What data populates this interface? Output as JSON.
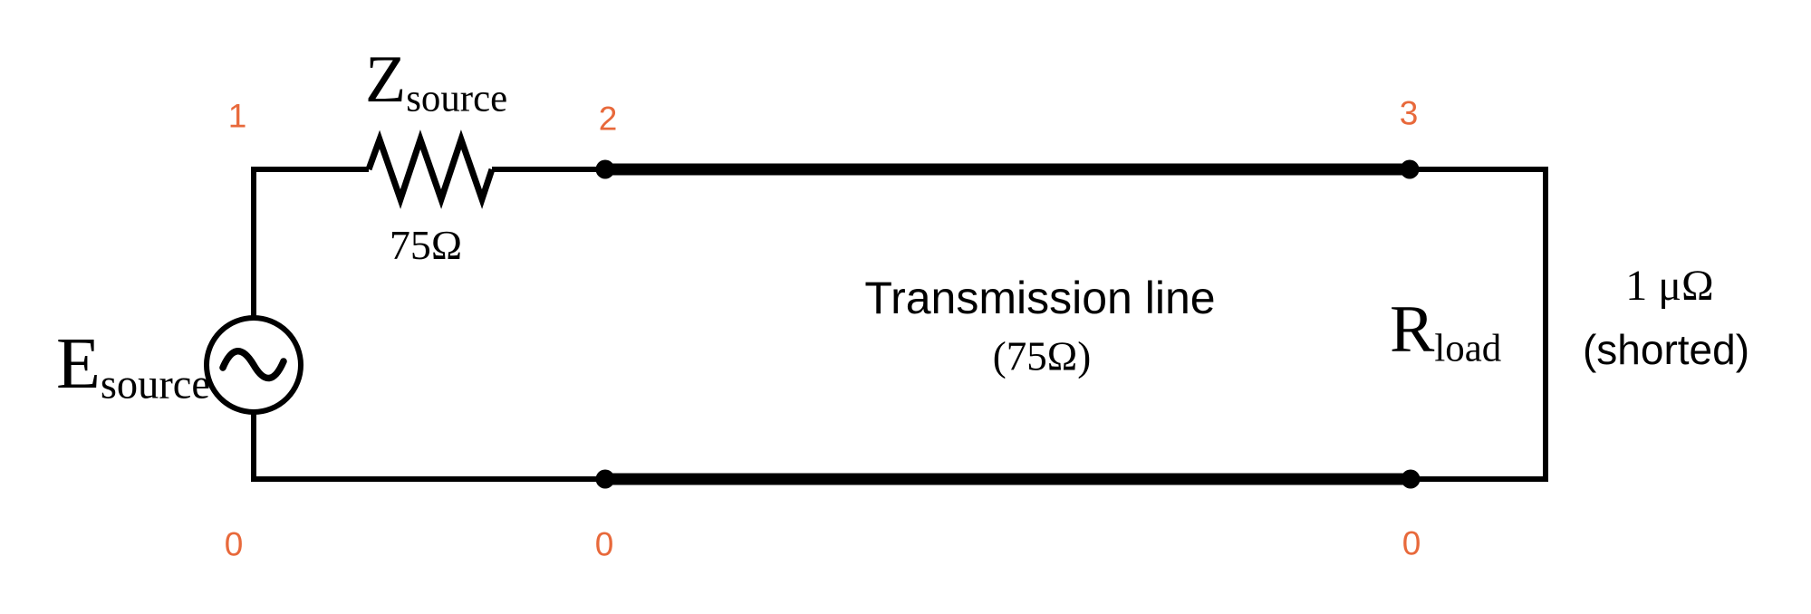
{
  "labels": {
    "e_source": {
      "main": "E",
      "sub": "source"
    },
    "z_source": {
      "main": "Z",
      "sub": "source"
    },
    "z_source_value": "75Ω",
    "r_load": {
      "main": "R",
      "sub": "load"
    },
    "r_load_value": "1 μΩ",
    "r_load_note": "(shorted)",
    "tline_name": "Transmission line",
    "tline_value": "(75Ω)"
  },
  "nodes": {
    "top": [
      "1",
      "2",
      "3"
    ],
    "bottom": [
      "0",
      "0",
      "0"
    ]
  },
  "icons": {
    "ac_source": "sine-wave-icon"
  },
  "colors": {
    "wire": "#000000",
    "node_label": "#e8693b",
    "background": "#ffffff"
  }
}
